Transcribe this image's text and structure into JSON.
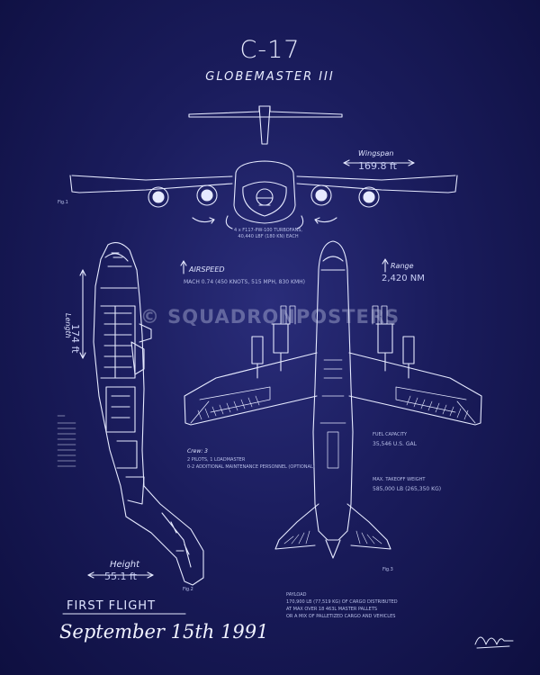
{
  "title": "C-17",
  "subtitle": "GLOBEMASTER III",
  "labels": {
    "wingspan": "Wingspan",
    "wingspan_value": "169.8 ft",
    "length": "Length",
    "length_value": "174 ft",
    "height": "Height",
    "height_value": "55.1 ft",
    "airspeed": "AIRSPEED",
    "airspeed_value": "MACH 0.74 (450 KNOTS, 515 MPH, 830 KMH)",
    "range": "Range",
    "range_value": "2,420 NM",
    "crew": "Crew: 3",
    "crew_detail_1": "2 PILOTS, 1 LOADMASTER",
    "crew_detail_2": "0-2 ADDITIONAL MAINTENANCE PERSONNEL (OPTIONAL)",
    "fuel": "FUEL CAPACITY",
    "fuel_value": "35,546 U.S. GAL",
    "takeoff": "MAX. TAKEOFF WEIGHT",
    "takeoff_value": "585,000 LB (265,350 KG)",
    "engines": "4 x F117-PW-100 TURBOFANS, 40,440 LBF (180 KN) EACH",
    "payload": "PAYLOAD",
    "payload_1": "170,900 LB (77,519 KG) OF CARGO DISTRIBUTED",
    "payload_2": "AT MAX OVER 18 463L MASTER PALLETS",
    "payload_3": "OR A MIX OF PALLETIZED CARGO AND VEHICLES",
    "fig1": "Fig.1",
    "fig2": "Fig.2",
    "fig3": "Fig.3"
  },
  "watermark": "© SQUADRONPOSTERS",
  "first_flight_label": "FIRST FLIGHT",
  "first_flight_date": "September 15th 1991",
  "colors": {
    "background": "#1a1c5c",
    "line": "#e8ecff"
  }
}
